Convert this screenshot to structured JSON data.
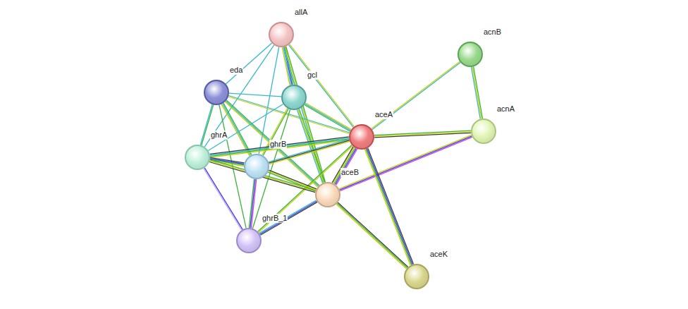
{
  "diagram": {
    "nodes": [
      {
        "text": [
          "allA"
        ]
      },
      {
        "text": [
          "eda"
        ]
      },
      {
        "text": [
          "gcl"
        ]
      },
      {
        "text": [
          "acnB"
        ]
      },
      {
        "text": [
          "acnA"
        ]
      },
      {
        "text": [
          "aceA"
        ]
      },
      {
        "text": [
          "ghrA"
        ]
      },
      {
        "text": [
          "ghrB"
        ]
      },
      {
        "text": [
          "aceB"
        ]
      },
      {
        "text": [
          "ghrB_1"
        ]
      },
      {
        "text": [
          "aceK"
        ]
      }
    ],
    "edges": [
      {
        "from": 0,
        "to": 1,
        "arrow": "none"
      },
      {
        "from": 0,
        "to": 2,
        "arrow": "none"
      },
      {
        "from": 0,
        "to": 5,
        "arrow": "none"
      },
      {
        "from": 0,
        "to": 6,
        "arrow": "none"
      },
      {
        "from": 0,
        "to": 7,
        "arrow": "none"
      },
      {
        "from": 0,
        "to": 8,
        "arrow": "none"
      },
      {
        "from": 1,
        "to": 2,
        "arrow": "none"
      },
      {
        "from": 1,
        "to": 5,
        "arrow": "none"
      },
      {
        "from": 1,
        "to": 6,
        "arrow": "none"
      },
      {
        "from": 1,
        "to": 7,
        "arrow": "none"
      },
      {
        "from": 1,
        "to": 8,
        "arrow": "none"
      },
      {
        "from": 1,
        "to": 9,
        "arrow": "none"
      },
      {
        "from": 2,
        "to": 5,
        "arrow": "none"
      },
      {
        "from": 2,
        "to": 6,
        "arrow": "none"
      },
      {
        "from": 2,
        "to": 7,
        "arrow": "none"
      },
      {
        "from": 2,
        "to": 8,
        "arrow": "none"
      },
      {
        "from": 2,
        "to": 9,
        "arrow": "none"
      },
      {
        "from": 3,
        "to": 5,
        "arrow": "none"
      },
      {
        "from": 3,
        "to": 4,
        "arrow": "none"
      },
      {
        "from": 4,
        "to": 5,
        "arrow": "none"
      },
      {
        "from": 4,
        "to": 8,
        "arrow": "none"
      },
      {
        "from": 5,
        "to": 6,
        "arrow": "none"
      },
      {
        "from": 5,
        "to": 7,
        "arrow": "none"
      },
      {
        "from": 5,
        "to": 8,
        "arrow": "none"
      },
      {
        "from": 5,
        "to": 10,
        "arrow": "none"
      },
      {
        "from": 5,
        "to": 9,
        "arrow": "none"
      },
      {
        "from": 6,
        "to": 7,
        "arrow": "none"
      },
      {
        "from": 6,
        "to": 8,
        "arrow": "none"
      },
      {
        "from": 6,
        "to": 9,
        "arrow": "none"
      },
      {
        "from": 7,
        "to": 8,
        "arrow": "none"
      },
      {
        "from": 7,
        "to": 9,
        "arrow": "none"
      },
      {
        "from": 8,
        "to": 9,
        "arrow": "none"
      },
      {
        "from": 8,
        "to": 10,
        "arrow": "none"
      }
    ]
  }
}
